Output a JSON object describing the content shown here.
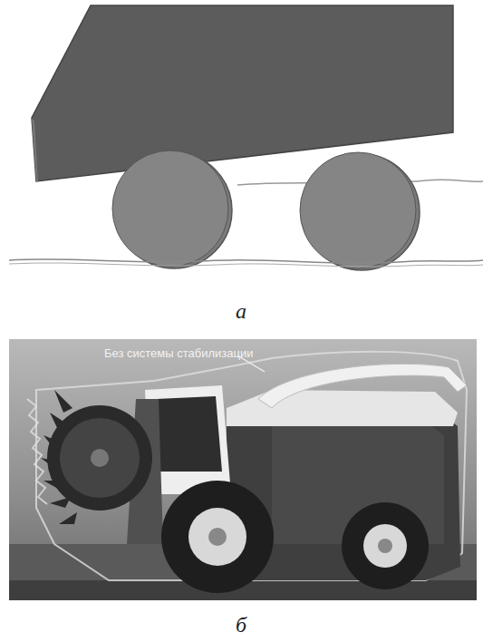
{
  "diagram": {
    "labels": [
      "а",
      "Без системы стабилизации",
      "б"
    ]
  }
}
